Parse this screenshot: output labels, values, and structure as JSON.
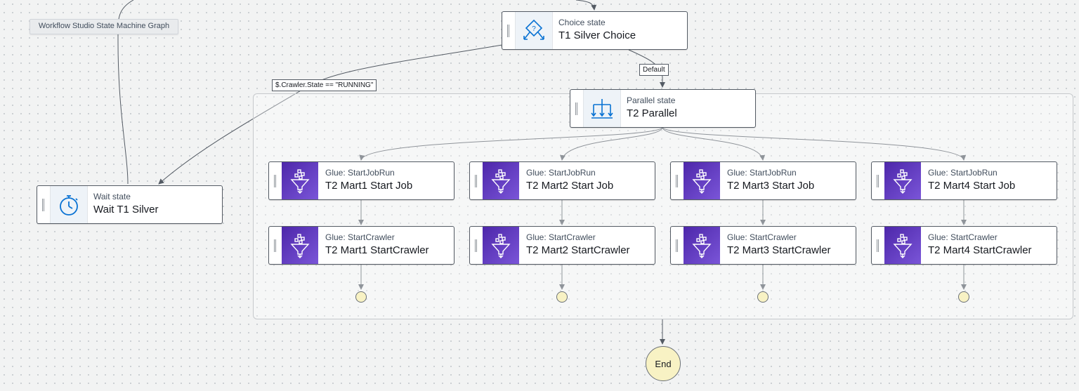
{
  "graph_caption": "Workflow Studio State Machine Graph",
  "choice": {
    "type": "Choice state",
    "name": "T1 Silver Choice",
    "icon": "choice-diamond-icon"
  },
  "parallel": {
    "type": "Parallel state",
    "name": "T2 Parallel",
    "icon": "parallel-branch-icon"
  },
  "wait": {
    "type": "Wait state",
    "name": "Wait T1 Silver",
    "icon": "stopwatch-icon"
  },
  "edge_labels": {
    "running": "$.Crawler.State == \"RUNNING\"",
    "default": "Default"
  },
  "branches": [
    {
      "job_type": "Glue: StartJobRun",
      "job_name": "T2 Mart1 Start Job",
      "crawler_type": "Glue: StartCrawler",
      "crawler_name": "T2 Mart1 StartCrawler"
    },
    {
      "job_type": "Glue: StartJobRun",
      "job_name": "T2 Mart2 Start Job",
      "crawler_type": "Glue: StartCrawler",
      "crawler_name": "T2 Mart2 StartCrawler"
    },
    {
      "job_type": "Glue: StartJobRun",
      "job_name": "T2 Mart3 Start Job",
      "crawler_type": "Glue: StartCrawler",
      "crawler_name": "T2 Mart3 StartCrawler"
    },
    {
      "job_type": "Glue: StartJobRun",
      "job_name": "T2 Mart4 Start Job",
      "crawler_type": "Glue: StartCrawler",
      "crawler_name": "T2 Mart4 StartCrawler"
    }
  ],
  "end_label": "End",
  "colors": {
    "glue_icon_bg": "#5a30b5",
    "state_icon": "#0972d3",
    "terminal_fill": "#f8f2c4",
    "edge": "#545b64"
  }
}
